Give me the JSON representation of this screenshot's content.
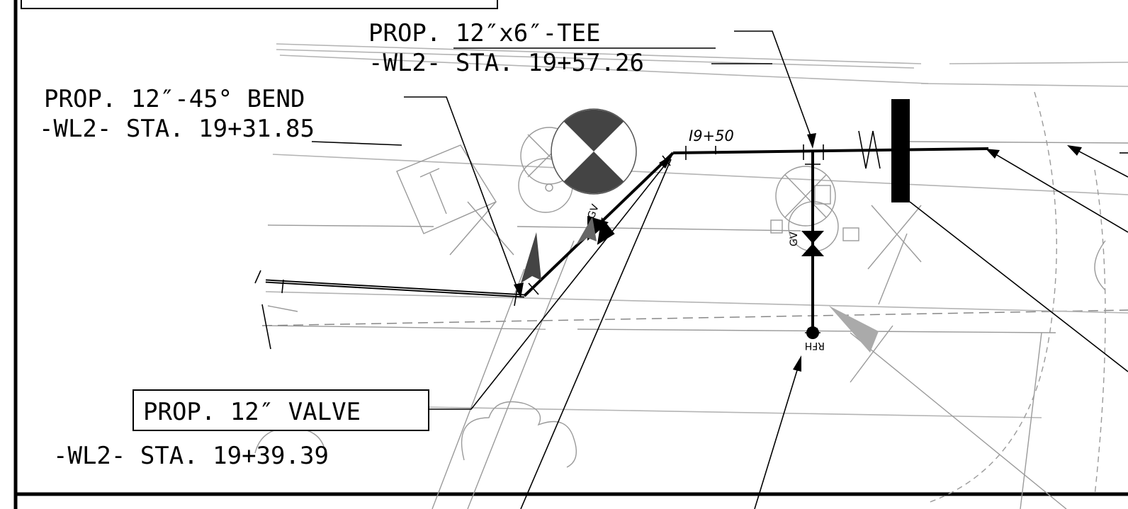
{
  "callouts": {
    "tee": {
      "line1": "PROP. 12″x6″-TEE",
      "line2": "-WL2- STA. 19+57.26"
    },
    "bend": {
      "line1": "PROP. 12″-45° BEND",
      "line2": "-WL2- STA. 19+31.85"
    },
    "valve": {
      "line1": "PROP. 12″ VALVE",
      "line2": "-WL2- STA. 19+39.39"
    }
  },
  "station_tick": "I9+50",
  "symbol_labels": {
    "gate_valve_left": "GV",
    "gate_valve_right": "GV",
    "hydrant": "RFH"
  },
  "colors": {
    "linework": "#000000",
    "existing": "#9a9a9a",
    "valve_fill": "#444444"
  }
}
